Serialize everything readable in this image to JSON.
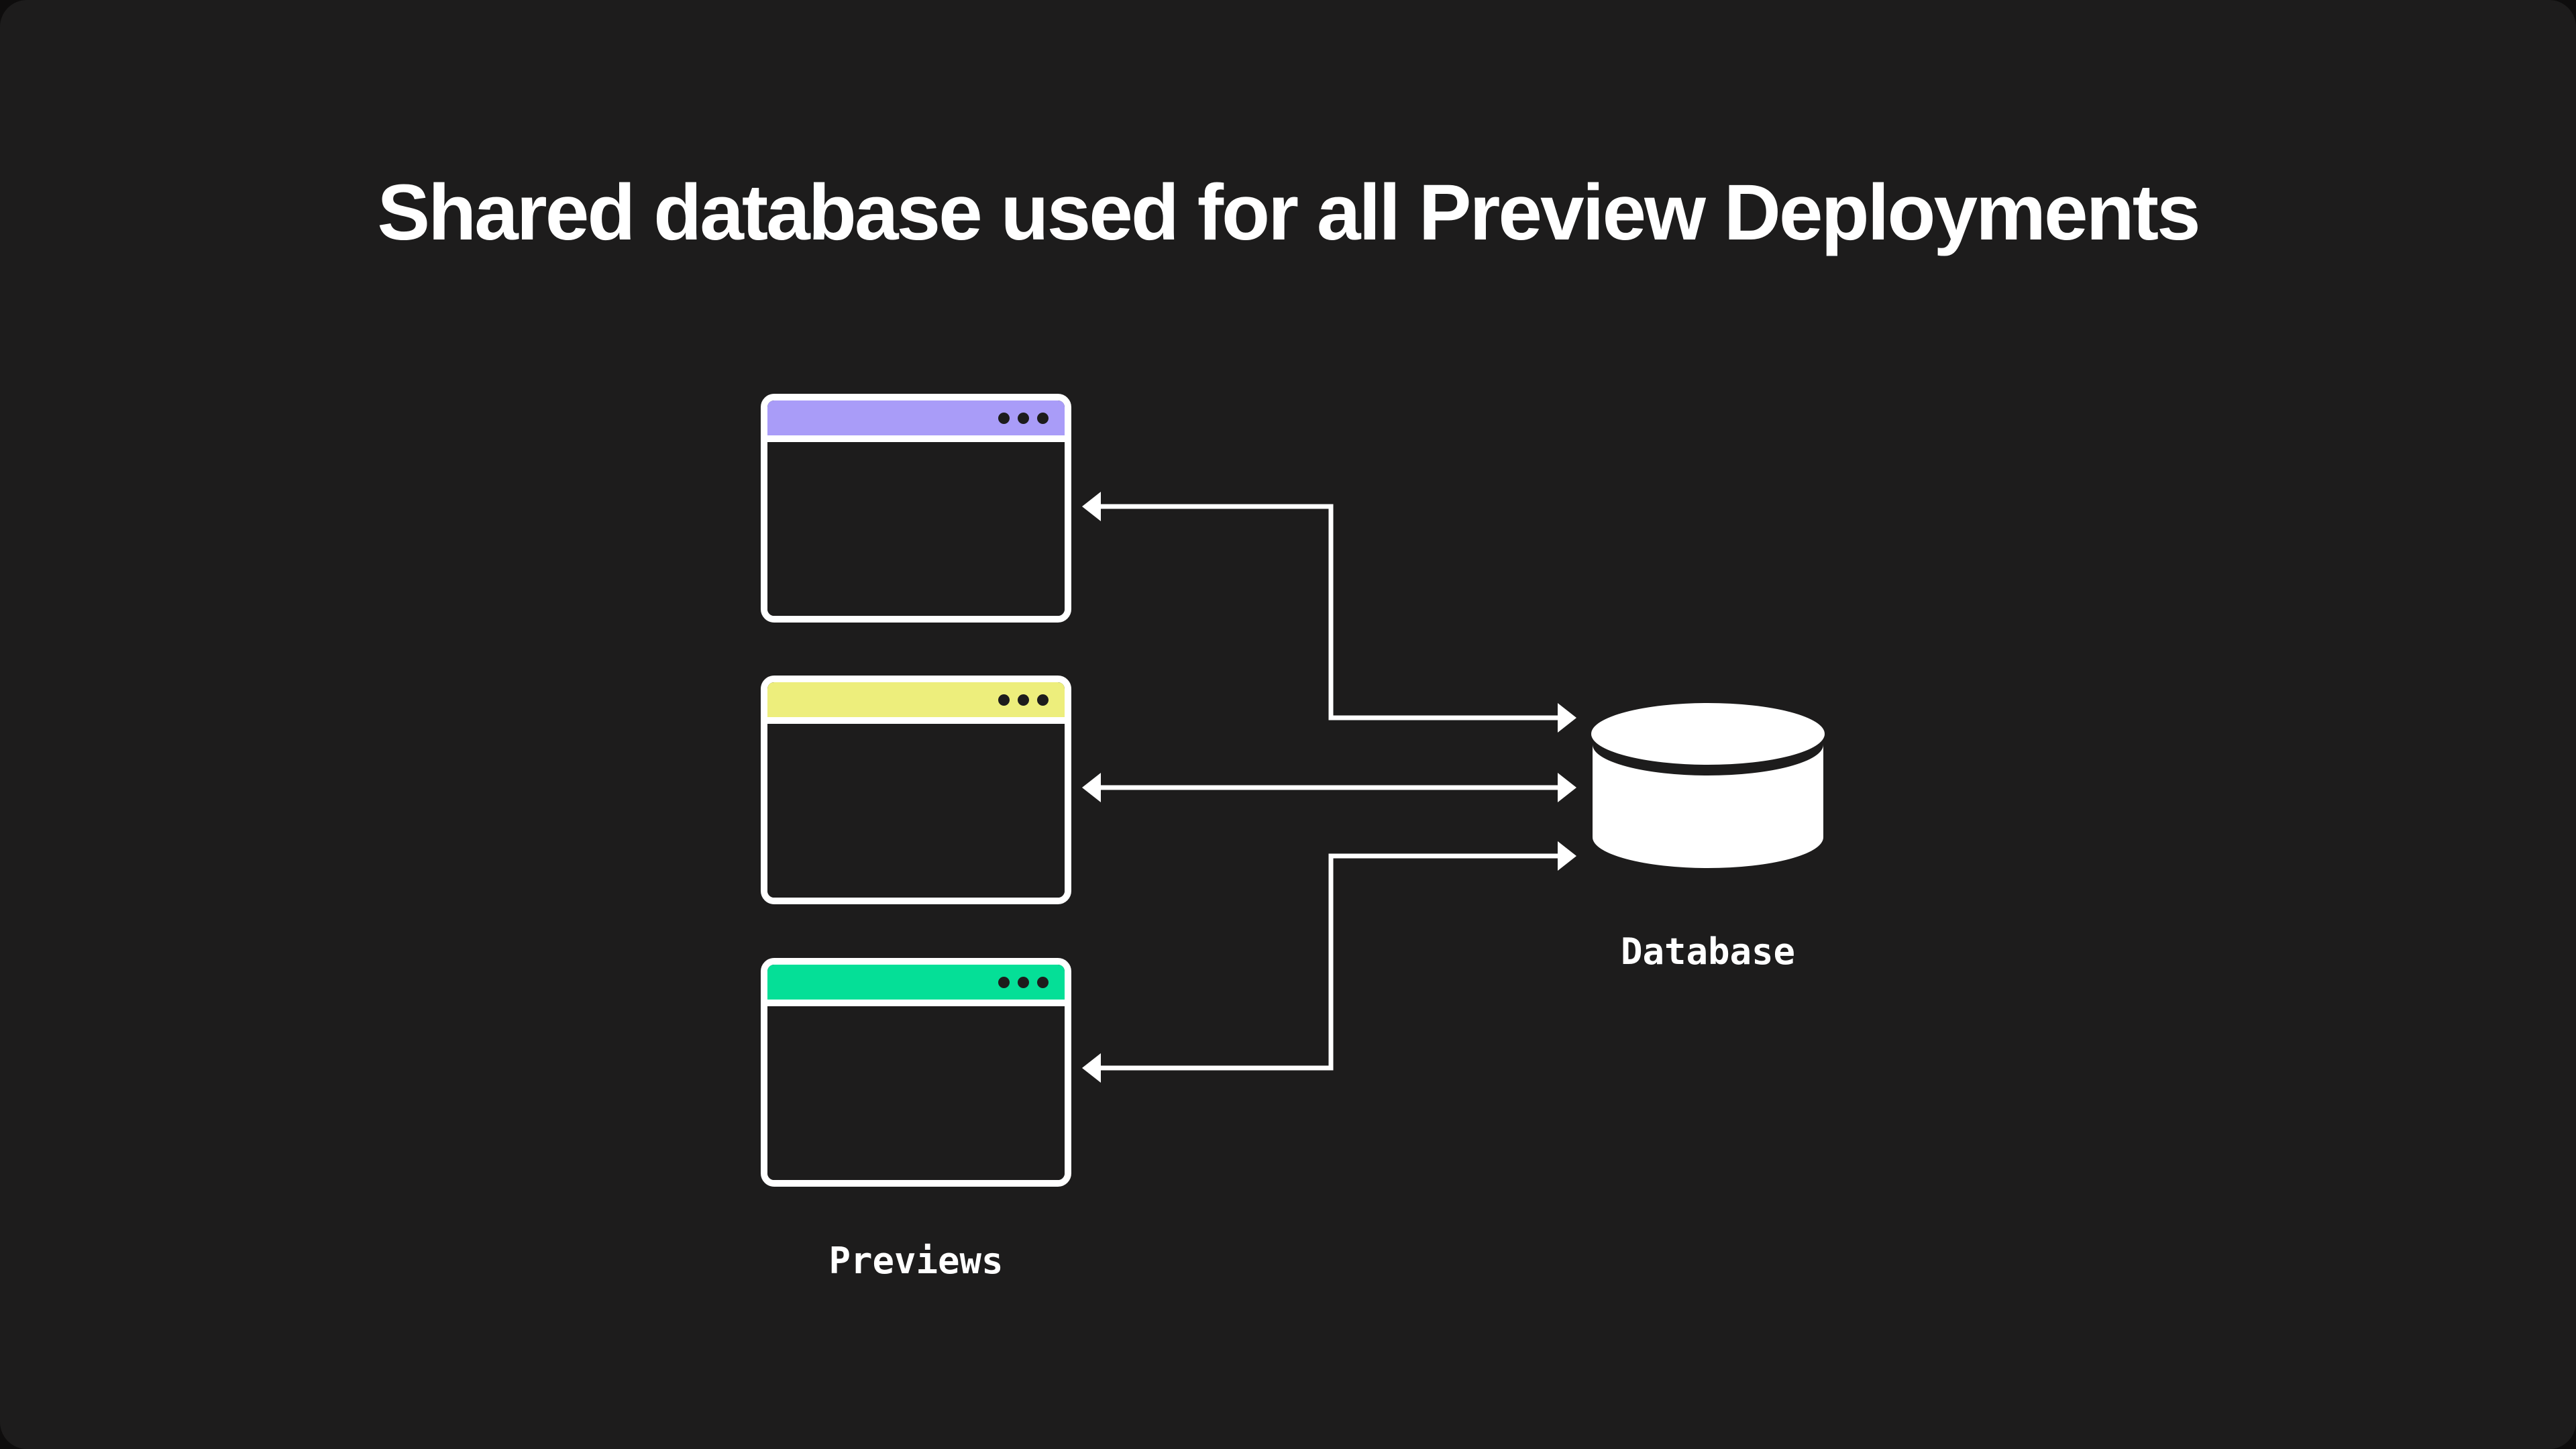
{
  "title": "Shared database used for all Preview Deployments",
  "colors": {
    "background": "#1d1c1c",
    "line": "#ffffff",
    "window_border": "#ffffff",
    "window_body": "#1d1c1c",
    "titlebar_dot": "#1d1c1c"
  },
  "previews": {
    "label": "Previews",
    "windows": [
      {
        "id": "preview-1",
        "accent": "#a99cf8"
      },
      {
        "id": "preview-2",
        "accent": "#edee7c"
      },
      {
        "id": "preview-3",
        "accent": "#05df97"
      }
    ]
  },
  "database": {
    "label": "Database"
  },
  "icons": {
    "database": "database-cylinder-icon",
    "window_controls": "three-dots-icon"
  }
}
